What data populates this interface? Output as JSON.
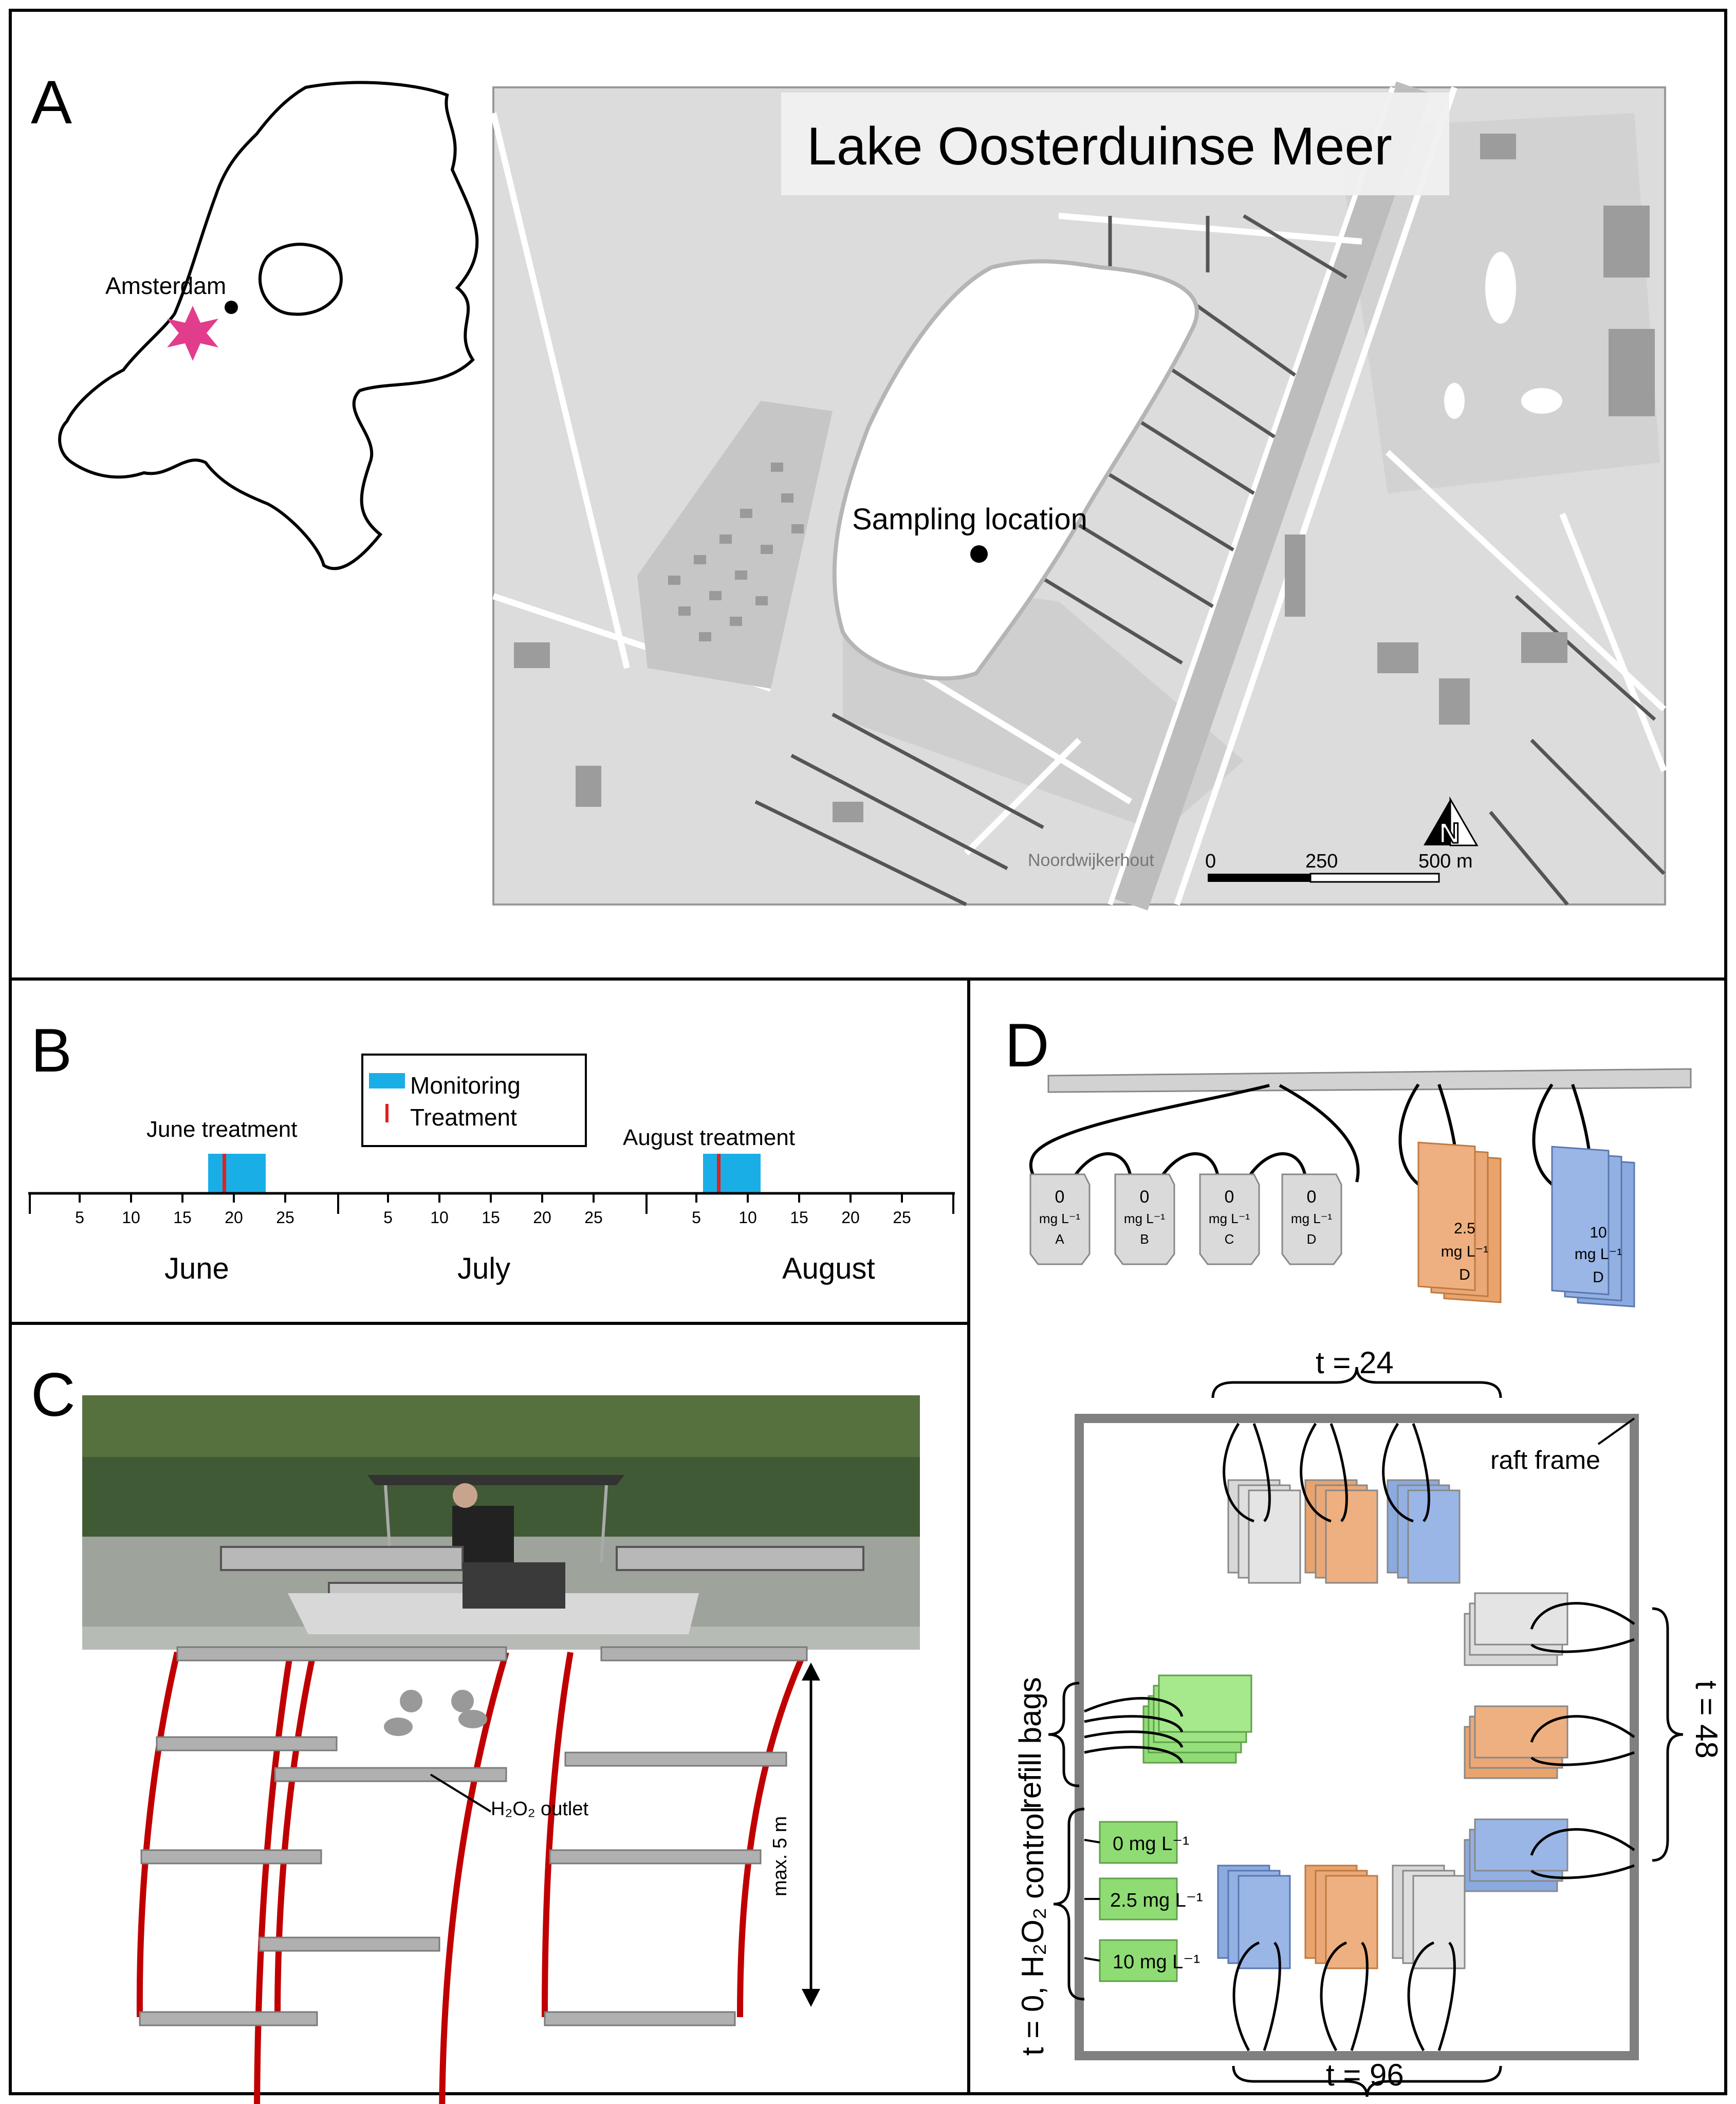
{
  "panels": {
    "a": {
      "label": "A",
      "city_label": "Amsterdam",
      "map_title": "Lake Oosterduinse Meer",
      "sampling_label": "Sampling location",
      "place_label": "Noordwijkerhout",
      "north_label": "N",
      "scale": {
        "zero": "0",
        "mid": "250",
        "end": "500 m"
      }
    },
    "b": {
      "label": "B",
      "legend": {
        "monitoring": "Monitoring",
        "treatment": "Treatment"
      },
      "june_treatment": "June treatment",
      "august_treatment": "August treatment",
      "months": [
        "June",
        "July",
        "August"
      ],
      "day_ticks": [
        "5",
        "10",
        "15",
        "20",
        "25"
      ],
      "colors": {
        "monitoring": "#1aaee6",
        "treatment": "#e02020"
      }
    },
    "c": {
      "label": "C",
      "outlet_label": "H₂O₂ outlet",
      "depth_label": "max. 5 m"
    },
    "d": {
      "label": "D",
      "controls": [
        {
          "value": "0",
          "unit": "mg L⁻¹",
          "id": "A"
        },
        {
          "value": "0",
          "unit": "mg L⁻¹",
          "id": "B"
        },
        {
          "value": "0",
          "unit": "mg L⁻¹",
          "id": "C"
        },
        {
          "value": "0",
          "unit": "mg L⁻¹",
          "id": "D"
        }
      ],
      "dose_low": {
        "value": "2.5",
        "unit": "mg L⁻¹",
        "id": "D",
        "color": "#e8a46c"
      },
      "dose_high": {
        "value": "10",
        "unit": "mg L⁻¹",
        "id": "D",
        "color": "#8aaae0"
      },
      "t24": "t = 24",
      "t48": "t = 48",
      "t96": "t = 96",
      "raft_label": "raft frame",
      "refill_label": "refill bags",
      "control_label": "t = 0, H₂O₂ control",
      "green_bags": [
        "0 mg L⁻¹",
        "2.5 mg L⁻¹",
        "10 mg L⁻¹"
      ],
      "colors": {
        "grey": "#d8d8d8",
        "orange": "#e8a46c",
        "blue": "#8aaae0",
        "green": "#8fdc74"
      }
    }
  }
}
